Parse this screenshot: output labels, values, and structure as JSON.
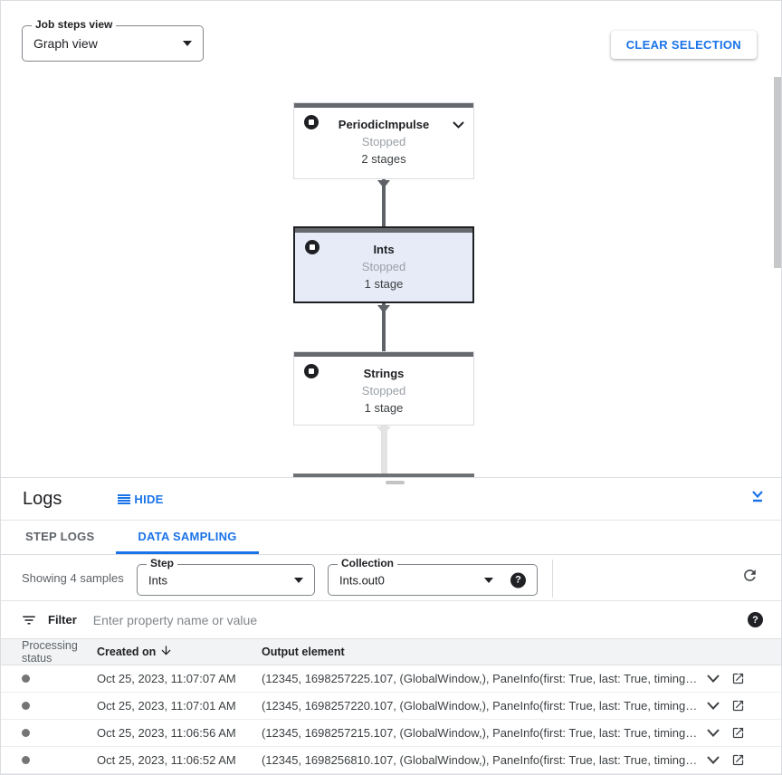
{
  "colors": {
    "accent": "#1a73e8",
    "selected_node_bg": "#e7ebf7",
    "node_bar": "#66696d",
    "status_gray": "#9aa0a6"
  },
  "toolbar": {
    "job_steps_label": "Job steps view",
    "job_steps_value": "Graph view",
    "clear_selection_label": "CLEAR SELECTION"
  },
  "graph": {
    "nodes": [
      {
        "title": "PeriodicImpulse",
        "status": "Stopped",
        "stages": "2 stages",
        "selected": false
      },
      {
        "title": "Ints",
        "status": "Stopped",
        "stages": "1 stage",
        "selected": true
      },
      {
        "title": "Strings",
        "status": "Stopped",
        "stages": "1 stage",
        "selected": false
      }
    ]
  },
  "logs": {
    "title": "Logs",
    "hide_label": "HIDE",
    "tabs": [
      {
        "label": "STEP LOGS",
        "active": false
      },
      {
        "label": "DATA SAMPLING",
        "active": true
      }
    ],
    "summary": "Showing 4 samples",
    "step_select": {
      "label": "Step",
      "value": "Ints"
    },
    "collection_select": {
      "label": "Collection",
      "value": "Ints.out0"
    },
    "help_glyph": "?",
    "filter": {
      "label": "Filter",
      "placeholder": "Enter property name or value"
    },
    "table": {
      "columns": [
        "Processing status",
        "Created on",
        "Output element"
      ],
      "rows": [
        {
          "created": "Oct 25, 2023, 11:07:07 AM",
          "output": "(12345, 1698257225.107, (GlobalWindow,), PaneInfo(first: True, last: True, timing…"
        },
        {
          "created": "Oct 25, 2023, 11:07:01 AM",
          "output": "(12345, 1698257220.107, (GlobalWindow,), PaneInfo(first: True, last: True, timing…"
        },
        {
          "created": "Oct 25, 2023, 11:06:56 AM",
          "output": "(12345, 1698257215.107, (GlobalWindow,), PaneInfo(first: True, last: True, timing…"
        },
        {
          "created": "Oct 25, 2023, 11:06:52 AM",
          "output": "(12345, 1698256810.107, (GlobalWindow,), PaneInfo(first: True, last: True, timing…"
        }
      ]
    }
  }
}
